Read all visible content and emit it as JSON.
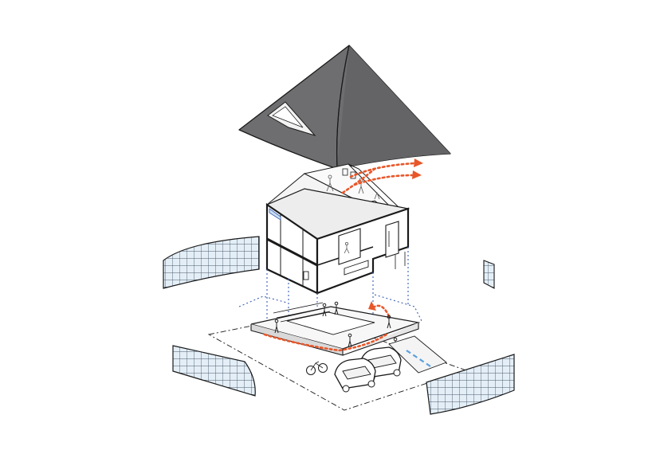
{
  "figure": {
    "kind": "exploded axonometric architectural diagram",
    "colors": {
      "roof": "#6e6e70",
      "roof_dark": "#4f4f52",
      "line": "#1a1a1a",
      "glass": "#dde9f4",
      "flow_arrows": "#e8572a",
      "site_lines": "#3a5fb0",
      "path_blue": "#5aa0e0"
    },
    "components": [
      "pitched-roof",
      "attic-level",
      "main-volume",
      "ground-deck",
      "site-boundary",
      "parked-cars",
      "bicycle",
      "curtain-wall-panels",
      "airflow-arrows"
    ]
  }
}
